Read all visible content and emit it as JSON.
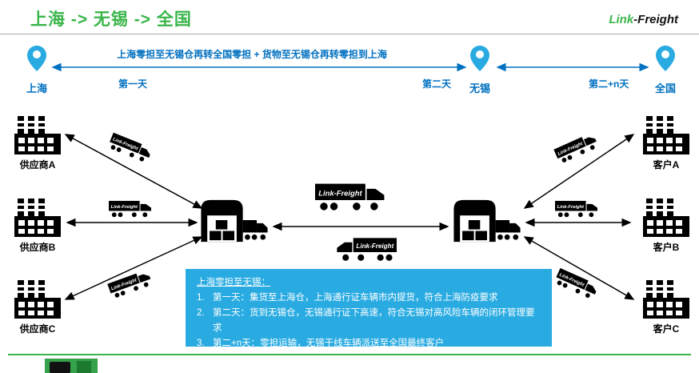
{
  "header": {
    "title": "上海 -> 无锡 -> 全国",
    "logo_green": "Link",
    "logo_dark": "-Freight"
  },
  "timeline": {
    "route_label": "上海零担至无锡仓再转全国零担 + 货物至无锡仓再转零担到上海",
    "pins": [
      {
        "label": "上海"
      },
      {
        "label": "无锡"
      },
      {
        "label": "全国"
      }
    ],
    "day_labels": [
      "第一天",
      "第二天",
      "第二+n天"
    ]
  },
  "suppliers": [
    {
      "label": "供应商A"
    },
    {
      "label": "供应商B"
    },
    {
      "label": "供应商C"
    }
  ],
  "customers": [
    {
      "label": "客户A"
    },
    {
      "label": "客户B"
    },
    {
      "label": "客户C"
    }
  ],
  "truck_brand": "Link-Freight",
  "info_box": {
    "title": "上海零担至无锡：",
    "items": [
      {
        "num": "1.",
        "text": "第一天：集货至上海仓，上海通行证车辆市内提货，符合上海防疫要求"
      },
      {
        "num": "2.",
        "text": "第二天：货到无锡仓，无锡通行证下高速，符合无锡对高风险车辆的闭环管理要求"
      },
      {
        "num": "3.",
        "text": "第二+n天：零担运输，无锡干线车辆派送至全国最终客户"
      }
    ]
  },
  "colors": {
    "brand_green": "#3AB54A",
    "timeline_blue": "#0070C0",
    "pin_cyan": "#29ABE2",
    "info_box_bg": "#29ABE2"
  }
}
